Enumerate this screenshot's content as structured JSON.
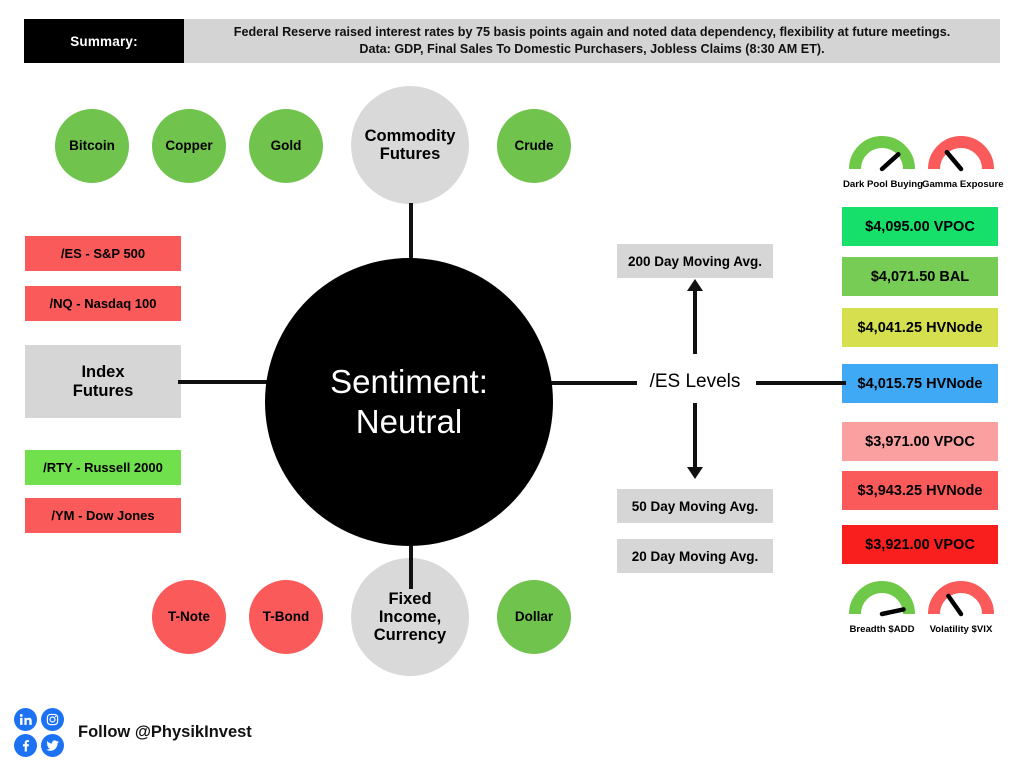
{
  "header": {
    "tag_label": "Summary:",
    "line1": "Federal Reserve raised interest rates by 75 basis points again and noted data dependency, flexibility at future meetings.",
    "line2": "Data: GDP, Final Sales To Domestic Purchasers, Jobless Claims (8:30 AM ET)."
  },
  "center": {
    "label": "Sentiment:\nNeutral",
    "line1": "Sentiment:",
    "line2": "Neutral"
  },
  "commodities": {
    "hub_line1": "Commodity",
    "hub_line2": "Futures",
    "items": [
      {
        "label": "Bitcoin",
        "status": "green"
      },
      {
        "label": "Copper",
        "status": "green"
      },
      {
        "label": "Gold",
        "status": "green"
      },
      {
        "label": "Crude",
        "status": "green"
      }
    ]
  },
  "fixed_income": {
    "hub_line1": "Fixed",
    "hub_line2": "Income,",
    "hub_line3": "Currency",
    "items": [
      {
        "label": "T-Note",
        "status": "red"
      },
      {
        "label": "T-Bond",
        "status": "red"
      },
      {
        "label": "Dollar",
        "status": "green"
      }
    ]
  },
  "index_futures": {
    "hub_line1": "Index",
    "hub_line2": "Futures",
    "items": [
      {
        "label": "/ES - S&P 500",
        "status": "red"
      },
      {
        "label": "/NQ - Nasdaq 100",
        "status": "red"
      },
      {
        "label": "/RTY - Russell 2000",
        "status": "green"
      },
      {
        "label": "/YM - Dow Jones",
        "status": "red"
      }
    ]
  },
  "es_levels": {
    "label": "/ES Levels",
    "moving_averages": {
      "above": "200 Day Moving Avg.",
      "below_1": "50 Day Moving Avg.",
      "below_2": "20 Day Moving Avg."
    },
    "levels": [
      {
        "label": "$4,095.00 VPOC",
        "price": 4095.0,
        "kind": "VPOC",
        "color": "#17e06a"
      },
      {
        "label": "$4,071.50 BAL",
        "price": 4071.5,
        "kind": "BAL",
        "color": "#77cc55"
      },
      {
        "label": "$4,041.25 HVNode",
        "price": 4041.25,
        "kind": "HVNode",
        "color": "#d6e04f"
      },
      {
        "label": "$4,015.75 HVNode",
        "price": 4015.75,
        "kind": "HVNode",
        "color": "#3fa9f5"
      },
      {
        "label": "$3,971.00 VPOC",
        "price": 3971.0,
        "kind": "VPOC",
        "color": "#fba0a0"
      },
      {
        "label": "$3,943.25 HVNode",
        "price": 3943.25,
        "kind": "HVNode",
        "color": "#fb5a5a"
      },
      {
        "label": "$3,921.00 VPOC",
        "price": 3921.0,
        "kind": "VPOC",
        "color": "#fa1f1f"
      }
    ]
  },
  "gauges": {
    "top": [
      {
        "label": "Dark Pool Buying",
        "color": "#6ec949",
        "needle_angle": 48
      },
      {
        "label": "Gamma Exposure",
        "color": "#fb5a5a",
        "needle_angle": -40
      }
    ],
    "bottom": [
      {
        "label": "Breadth $ADD",
        "color": "#6ec949",
        "needle_angle": 78
      },
      {
        "label": "Volatility $VIX",
        "color": "#fb5a5a",
        "needle_angle": -35
      }
    ]
  },
  "footer": {
    "follow_text": "Follow @PhysikInvest",
    "socials": [
      {
        "name": "linkedin-icon",
        "glyph": "in"
      },
      {
        "name": "instagram-icon",
        "glyph": "▢"
      },
      {
        "name": "facebook-icon",
        "glyph": "f"
      },
      {
        "name": "twitter-icon",
        "glyph": "❖"
      }
    ]
  }
}
